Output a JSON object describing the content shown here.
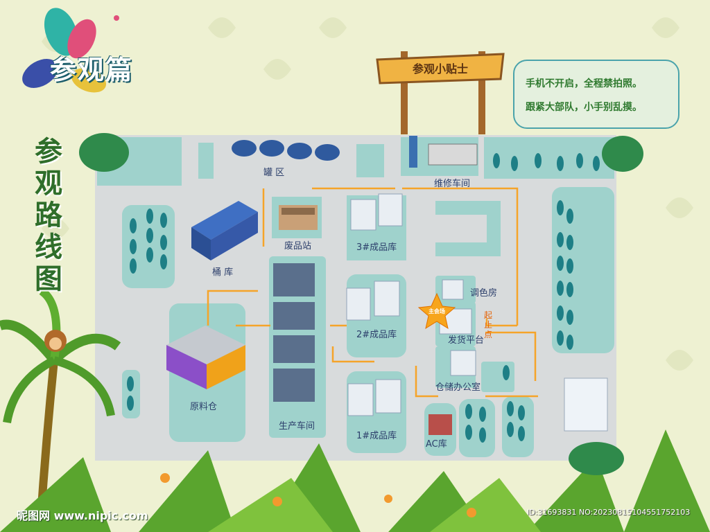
{
  "title": "参观篇",
  "route_title": [
    "参",
    "观",
    "路",
    "线",
    "图"
  ],
  "sign": {
    "title": "参观小贴士"
  },
  "tips": [
    "手机不开启，全程禁拍照。",
    "跟紧大部队，小手别乱摸。"
  ],
  "locations": {
    "tank_area": "罐 区",
    "repair_workshop": "维修车间",
    "waste_station": "废品站",
    "barrel_warehouse": "桶 库",
    "finished_3": "3#成品库",
    "color_room": "调色房",
    "main_venue": "主会场",
    "start_end": "起止点",
    "shipping_platform": "发货平台",
    "finished_2": "2#成品库",
    "raw_material": "原料仓",
    "production_workshop": "生产车间",
    "warehouse_office": "仓储办公室",
    "finished_1": "1#成品库",
    "ac_warehouse": "AC库"
  },
  "footer": {
    "logo": "昵图网 www.nipic.com",
    "id": "ID:31693831 NO:20230815104551752103"
  },
  "colors": {
    "background": "#eef1d2",
    "road": "#d8dbdc",
    "green_block": "#9fd2cc",
    "route": "#f5a429",
    "tree": "#1e7f86",
    "text": "#2c3f6b"
  }
}
